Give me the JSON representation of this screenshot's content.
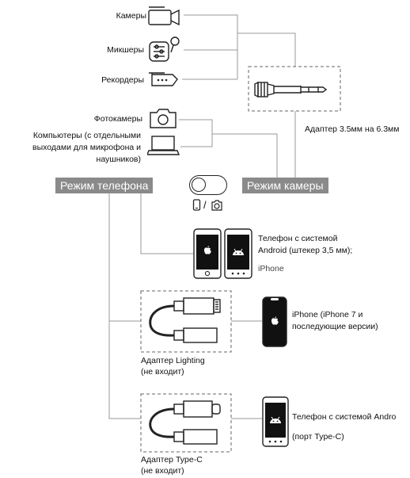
{
  "sources": {
    "cameras": "Камеры",
    "mixers": "Микшеры",
    "recorders": "Рекордеры",
    "photo_cameras": "Фотокамеры",
    "computers": [
      "Компьютеры (с отдельными",
      "выходами для микрофона и",
      "наушников)"
    ]
  },
  "adapter_35_63": "Адаптер 3.5мм на 6.3мм",
  "modes": {
    "phone": "Режим телефона",
    "camera": "Режим камеры",
    "toggle_separator": "/"
  },
  "targets": {
    "android_jack": [
      "Телефон с системой",
      "Android (штекер 3,5 мм);"
    ],
    "iphone_jack": "iPhone",
    "iphone_lightning": [
      "iPhone (iPhone 7 и",
      "последующие версии)"
    ],
    "android_typec": [
      "Телефон с системой Andro",
      "(порт Type-C)"
    ]
  },
  "adapters": {
    "lightning": [
      "Адаптер Lighting",
      "(не входит)"
    ],
    "typec": [
      "Адаптер Type-C",
      "(не входит)"
    ]
  }
}
